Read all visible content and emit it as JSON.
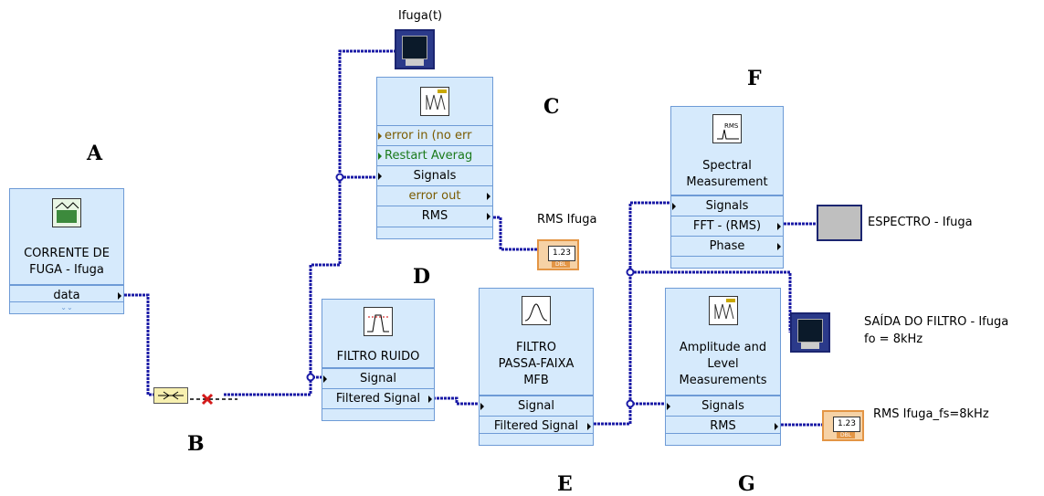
{
  "letters": {
    "a": "A",
    "b": "B",
    "c": "C",
    "d": "D",
    "e": "E",
    "f": "F",
    "g": "G"
  },
  "daq": {
    "title_line1": "CORRENTE DE",
    "title_line2": "FUGA - Ifuga",
    "out": "data",
    "icon": "daq-card-icon"
  },
  "avg": {
    "in1": "error in (no err",
    "in2": "Restart Averag",
    "in3": "Signals",
    "out1": "error out",
    "out2": "RMS",
    "icon": "averaging-icon"
  },
  "graph_top": {
    "label": "Ifuga(t)",
    "icon": "waveform-graph-icon"
  },
  "rms_ind_top": {
    "label": "RMS Ifuga",
    "value": "1.23",
    "tag": "DBL"
  },
  "filtro_ruido": {
    "title": "FILTRO RUIDO",
    "in": "Signal",
    "out": "Filtered Signal",
    "icon": "bandpass-filter-icon"
  },
  "filtro_mfb": {
    "title_line1": "FILTRO",
    "title_line2": "PASSA-FAIXA",
    "title_line3": "MFB",
    "in": "Signal",
    "out": "Filtered Signal",
    "icon": "bandpass-filter-icon"
  },
  "spectral": {
    "title_line1": "Spectral",
    "title_line2": "Measurement",
    "in": "Signals",
    "out1": "FFT - (RMS)",
    "out2": "Phase",
    "icon": "rms-spectrum-icon"
  },
  "espectro": {
    "label": "ESPECTRO - Ifuga",
    "icon": "spectrum-graph-icon"
  },
  "amp": {
    "title_line1": "Amplitude and",
    "title_line2": "Level",
    "title_line3": "Measurements",
    "in": "Signals",
    "out": "RMS",
    "icon": "amplitude-level-icon"
  },
  "graph_out": {
    "label_line1": "SAÍDA DO FILTRO - Ifuga",
    "label_line2": "fo = 8kHz",
    "icon": "waveform-graph-icon"
  },
  "rms_ind_out": {
    "label": "RMS Ifuga_fs=8kHz",
    "value": "1.23",
    "tag": "DBL"
  },
  "colors": {
    "wire": "#1a1aa6",
    "node_bg": "#d6eafc",
    "node_border": "#6e9bd6",
    "indicator": "#e39545"
  }
}
